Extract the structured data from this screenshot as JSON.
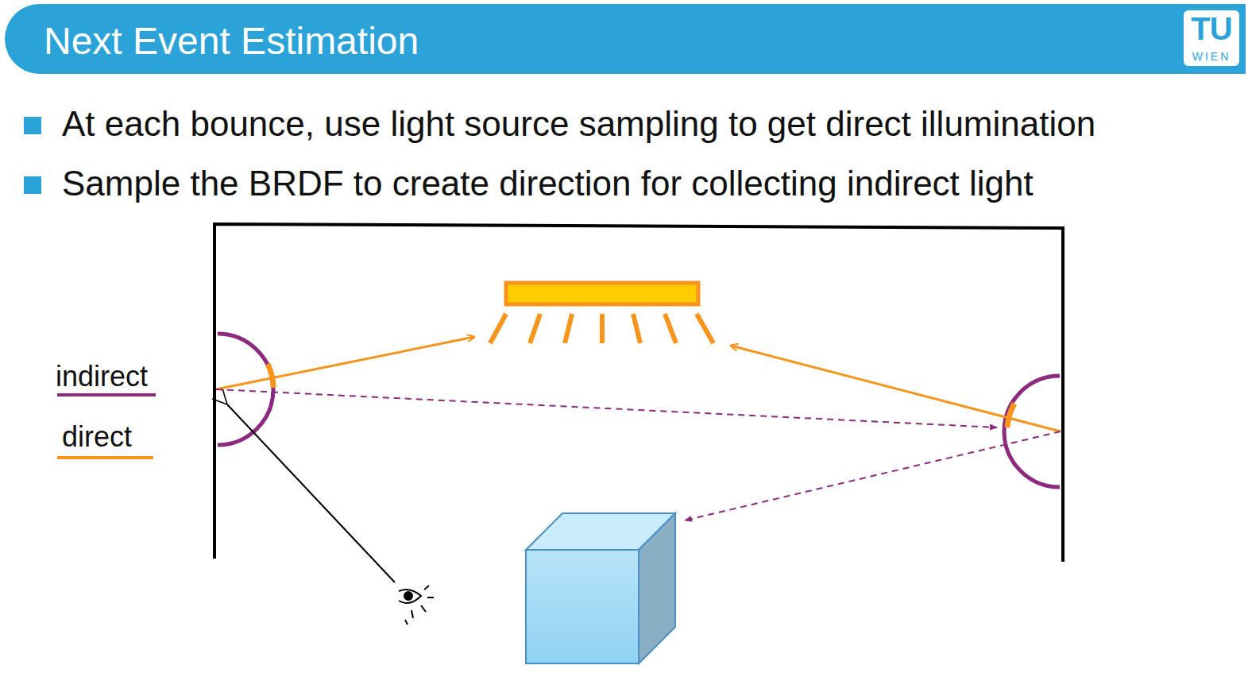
{
  "diagram": {
    "title": "Next Event Estimation",
    "labels": [
      "At each bounce, use light source sampling to get direct illumination",
      "Sample the BRDF to create direction for collecting indirect light",
      "TU",
      "WIEN"
    ],
    "legend": [
      {
        "text": "indirect"
      },
      {
        "text": "direct"
      }
    ]
  }
}
